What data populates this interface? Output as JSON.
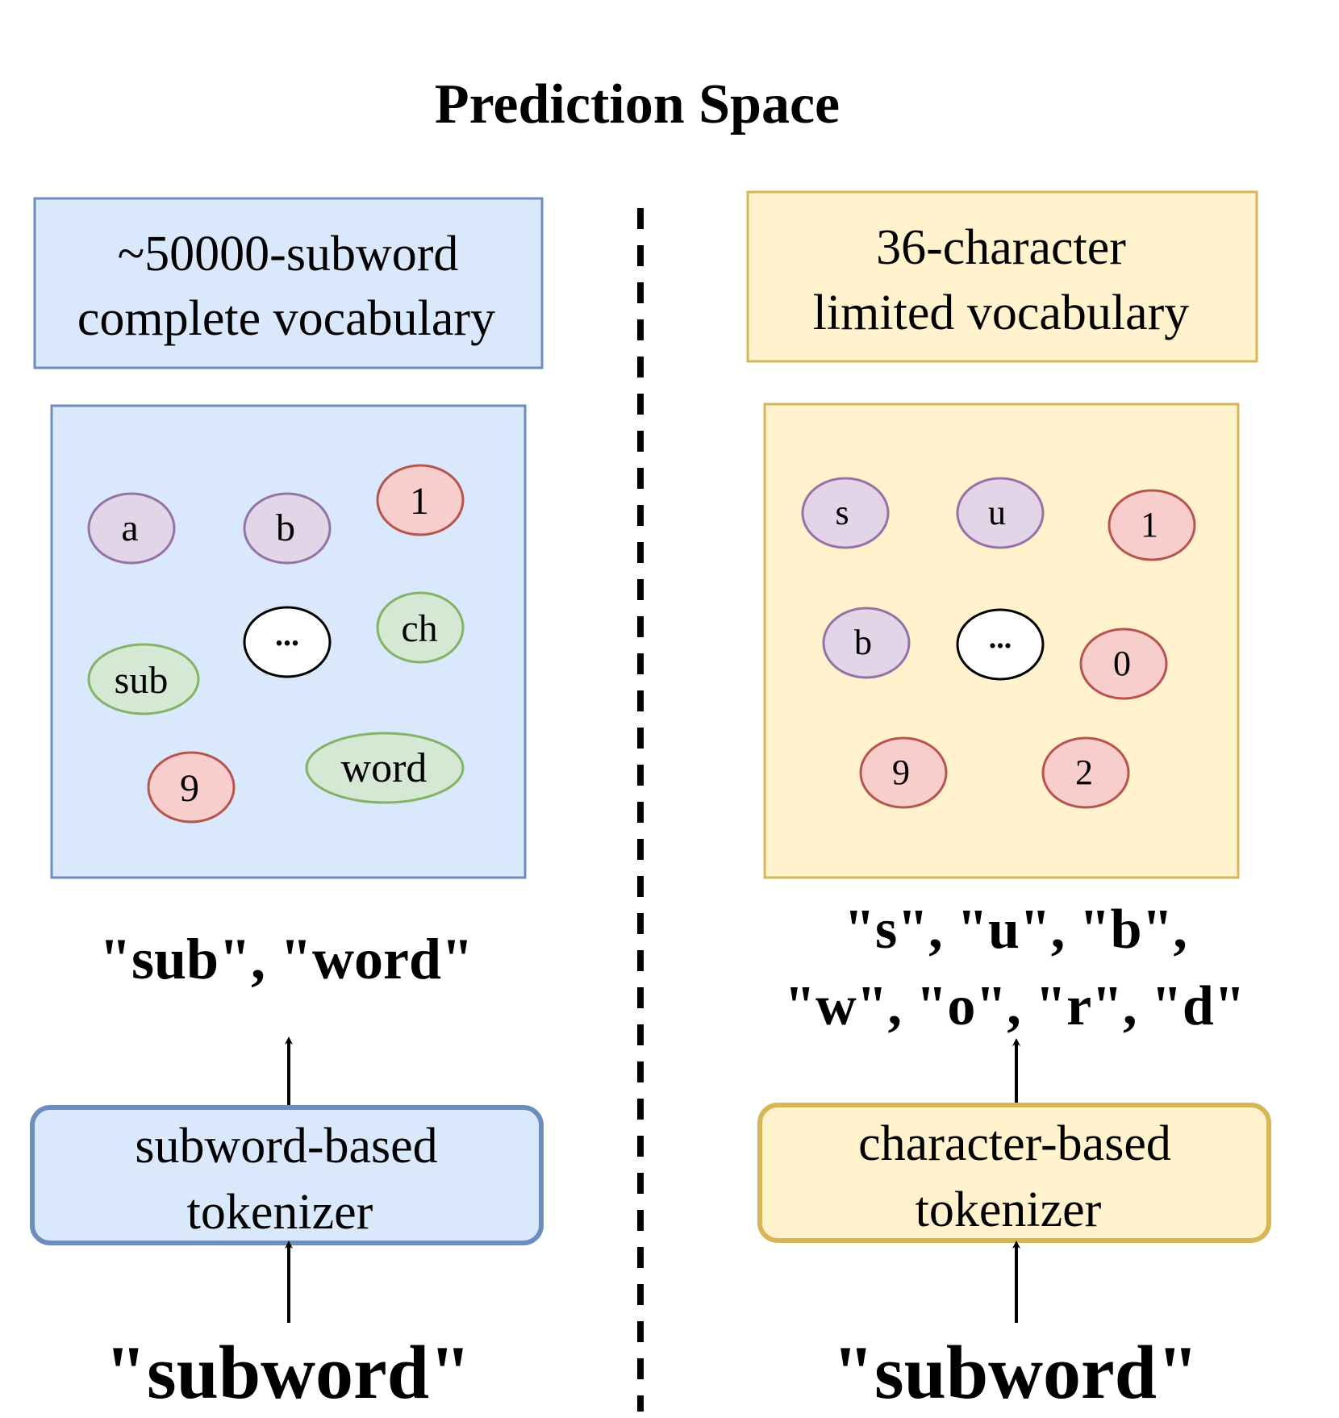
{
  "title": "Prediction Space",
  "left": {
    "vocab_line1": "~50000-subword",
    "vocab_line2": "complete vocabulary",
    "tokens": [
      {
        "label": "a",
        "kind": "letter"
      },
      {
        "label": "b",
        "kind": "letter"
      },
      {
        "label": "1",
        "kind": "digit"
      },
      {
        "label": "...",
        "kind": "ellipsis"
      },
      {
        "label": "ch",
        "kind": "subword"
      },
      {
        "label": "sub",
        "kind": "subword"
      },
      {
        "label": "9",
        "kind": "digit"
      },
      {
        "label": "word",
        "kind": "subword"
      }
    ],
    "output": "\"sub\", \"word\"",
    "tokenizer_line1": "subword-based",
    "tokenizer_line2": "tokenizer",
    "input": "\"subword\""
  },
  "right": {
    "vocab_line1": "36-character",
    "vocab_line2": "limited vocabulary",
    "tokens": [
      {
        "label": "s",
        "kind": "letter"
      },
      {
        "label": "u",
        "kind": "letter"
      },
      {
        "label": "1",
        "kind": "digit"
      },
      {
        "label": "b",
        "kind": "letter"
      },
      {
        "label": "...",
        "kind": "ellipsis"
      },
      {
        "label": "0",
        "kind": "digit"
      },
      {
        "label": "9",
        "kind": "digit"
      },
      {
        "label": "2",
        "kind": "digit"
      }
    ],
    "output_line1": "\"s\", \"u\", \"b\",",
    "output_line2": "\"w\", \"o\", \"r\", \"d\"",
    "tokenizer_line1": "character-based",
    "tokenizer_line2": "tokenizer",
    "input": "\"subword\""
  },
  "colors": {
    "blue_fill": "#dae8fc",
    "blue_stroke": "#6c8ebf",
    "yellow_fill": "#fff2cc",
    "yellow_stroke": "#d6b656",
    "purple_fill": "#e1d5e7",
    "purple_stroke": "#9673a6",
    "red_fill": "#f8cecc",
    "red_stroke": "#b85450",
    "green_fill": "#d5e8d4",
    "green_stroke": "#82b366"
  }
}
